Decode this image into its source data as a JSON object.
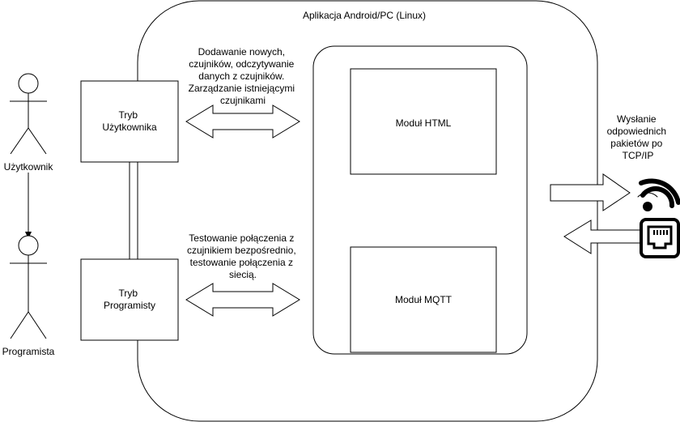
{
  "diagram": {
    "app_container_label": "Aplikacja Android/PC (Linux)",
    "actors": [
      {
        "id": "user",
        "label": "Użytkownik"
      },
      {
        "id": "programmer",
        "label": "Programista"
      }
    ],
    "modes": [
      {
        "id": "user-mode",
        "lines": [
          "Tryb",
          "Użytkownika"
        ]
      },
      {
        "id": "programmer-mode",
        "lines": [
          "Tryb",
          "Programisty"
        ]
      }
    ],
    "arrow_descriptions": {
      "user_mode": [
        "Dodawanie nowych,",
        "czujników, odczytywanie",
        "danych z czujników.",
        "Zarządzanie istniejącymi",
        "czujnikami"
      ],
      "programmer_mode": [
        "Testowanie połączenia z",
        "czujnikiem bezpośrednio,",
        "testowanie połączenia z",
        "siecią."
      ]
    },
    "modules": [
      {
        "id": "html-module",
        "label": "Moduł HTML"
      },
      {
        "id": "mqtt-module",
        "label": "Moduł MQTT"
      }
    ],
    "network_note": [
      "Wysłanie",
      "odpowiednich",
      "pakietów po",
      "TCP/IP"
    ],
    "icons": [
      "wifi-icon",
      "ethernet-port-icon"
    ]
  }
}
